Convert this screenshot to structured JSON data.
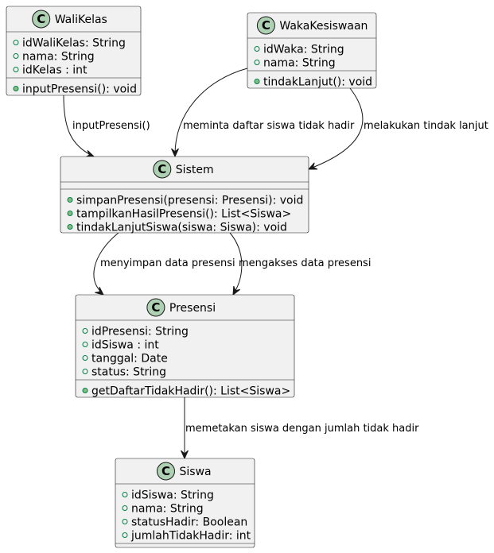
{
  "diagram": {
    "classes": [
      {
        "id": "walikelas",
        "badge": "C",
        "name": "WaliKelas",
        "attributes": [
          "idWaliKelas: String",
          "nama: String",
          "idKelas : int"
        ],
        "methods": [
          "inputPresensi(): void"
        ]
      },
      {
        "id": "wakakesiswaan",
        "badge": "C",
        "name": "WakaKesiswaan",
        "attributes": [
          "idWaka: String",
          "nama: String"
        ],
        "methods": [
          "tindakLanjut(): void"
        ]
      },
      {
        "id": "sistem",
        "badge": "C",
        "name": "Sistem",
        "attributes": [],
        "methods": [
          "simpanPresensi(presensi: Presensi): void",
          "tampilkanHasilPresensi(): List<Siswa>",
          "tindakLanjutSiswa(siswa: Siswa): void"
        ]
      },
      {
        "id": "presensi",
        "badge": "C",
        "name": "Presensi",
        "attributes": [
          "idPresensi: String",
          "idSiswa : int",
          "tanggal: Date",
          "status: String"
        ],
        "methods": [
          "getDaftarTidakHadir(): List<Siswa>"
        ]
      },
      {
        "id": "siswa",
        "badge": "C",
        "name": "Siswa",
        "attributes": [
          "idSiswa: String",
          "nama: String",
          "statusHadir: Boolean",
          "jumlahTidakHadir: int"
        ],
        "methods": []
      }
    ],
    "relations": [
      {
        "id": "walikelas-sistem",
        "from": "walikelas",
        "to": "sistem",
        "label": "inputPresensi()"
      },
      {
        "id": "wakakesiswaan-sistem-1",
        "from": "wakakesiswaan",
        "to": "sistem",
        "label": "meminta daftar siswa tidak hadir"
      },
      {
        "id": "wakakesiswaan-sistem-2",
        "from": "wakakesiswaan",
        "to": "sistem",
        "label": "melakukan tindak lanjut"
      },
      {
        "id": "sistem-presensi-1",
        "from": "sistem",
        "to": "presensi",
        "label": "menyimpan data presensi"
      },
      {
        "id": "sistem-presensi-2",
        "from": "sistem",
        "to": "presensi",
        "label": "mengakses data presensi"
      },
      {
        "id": "presensi-siswa",
        "from": "presensi",
        "to": "siswa",
        "label": "memetakan siswa dengan jumlah tidak hadir"
      }
    ]
  }
}
